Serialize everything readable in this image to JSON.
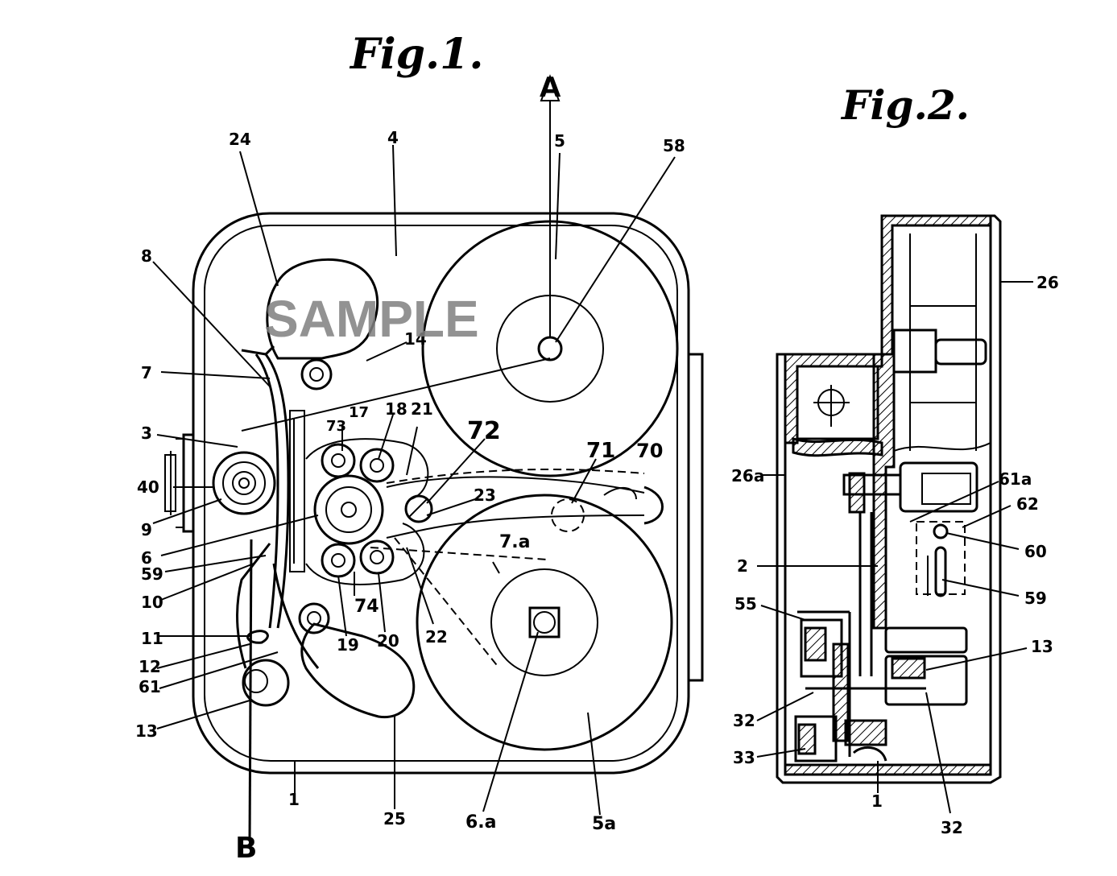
{
  "figures": {
    "fig1_title": "Fig.1.",
    "fig2_title": "Fig.2."
  },
  "watermark": "SAMPLE",
  "fig1_labels": [
    {
      "id": "A",
      "text": "A"
    },
    {
      "id": "B",
      "text": "B"
    },
    {
      "id": "24",
      "text": "24"
    },
    {
      "id": "4",
      "text": "4"
    },
    {
      "id": "5",
      "text": "5"
    },
    {
      "id": "58",
      "text": "58"
    },
    {
      "id": "8",
      "text": "8"
    },
    {
      "id": "14",
      "text": "14"
    },
    {
      "id": "7",
      "text": "7"
    },
    {
      "id": "3",
      "text": "3"
    },
    {
      "id": "73",
      "text": "73"
    },
    {
      "id": "17",
      "text": "17"
    },
    {
      "id": "18",
      "text": "18"
    },
    {
      "id": "21",
      "text": "21"
    },
    {
      "id": "72",
      "text": "72"
    },
    {
      "id": "71",
      "text": "71"
    },
    {
      "id": "70",
      "text": "70"
    },
    {
      "id": "40",
      "text": "40"
    },
    {
      "id": "9",
      "text": "9"
    },
    {
      "id": "23",
      "text": "23"
    },
    {
      "id": "6",
      "text": "6"
    },
    {
      "id": "7a",
      "text": "7.a"
    },
    {
      "id": "59",
      "text": "59"
    },
    {
      "id": "10",
      "text": "10"
    },
    {
      "id": "74",
      "text": "74"
    },
    {
      "id": "11",
      "text": "11"
    },
    {
      "id": "19",
      "text": "19"
    },
    {
      "id": "20",
      "text": "20"
    },
    {
      "id": "22",
      "text": "22"
    },
    {
      "id": "12",
      "text": "12"
    },
    {
      "id": "61",
      "text": "61"
    },
    {
      "id": "13",
      "text": "13"
    },
    {
      "id": "1",
      "text": "1"
    },
    {
      "id": "25",
      "text": "25"
    },
    {
      "id": "6a",
      "text": "6.a"
    },
    {
      "id": "5a",
      "text": "5a"
    }
  ],
  "fig2_labels": [
    {
      "id": "26",
      "text": "26"
    },
    {
      "id": "26a",
      "text": "26a"
    },
    {
      "id": "61a",
      "text": "61a"
    },
    {
      "id": "62",
      "text": "62"
    },
    {
      "id": "60",
      "text": "60"
    },
    {
      "id": "2",
      "text": "2"
    },
    {
      "id": "59",
      "text": "59"
    },
    {
      "id": "55",
      "text": "55"
    },
    {
      "id": "13",
      "text": "13"
    },
    {
      "id": "32a",
      "text": "32"
    },
    {
      "id": "33",
      "text": "33"
    },
    {
      "id": "1",
      "text": "1"
    },
    {
      "id": "32b",
      "text": "32"
    }
  ]
}
